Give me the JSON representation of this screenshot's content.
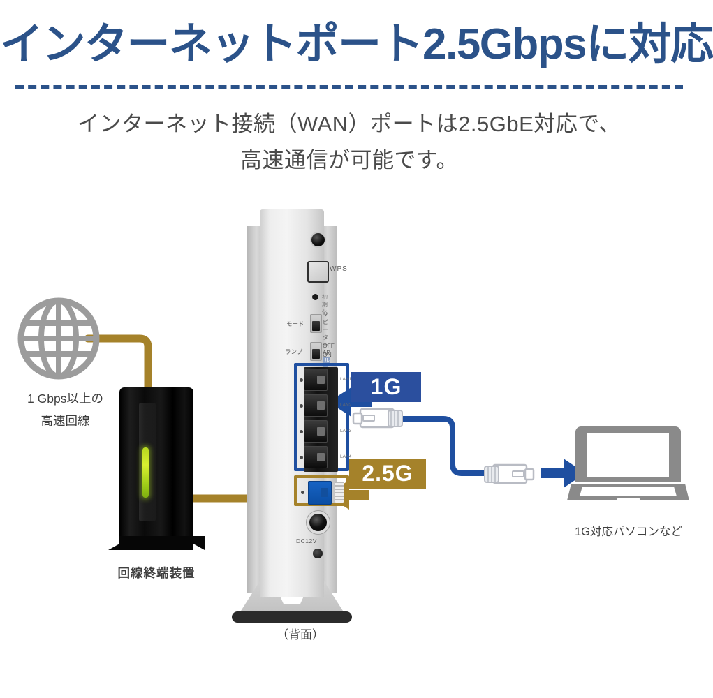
{
  "header": {
    "title": "インターネットポート2.5Gbpsに対応",
    "subtitle_line1": "インターネット接続（WAN）ポートは2.5GbE対応で、",
    "subtitle_line2": "高速通信が可能です。",
    "title_color": "#2B5289",
    "divider_color": "#2B5289"
  },
  "diagram": {
    "globe": {
      "icon": "globe-icon",
      "label_line1": "1 Gbps以上の",
      "label_line2": "高速回線"
    },
    "onu": {
      "label": "回線終端装置",
      "led_color": "#c4e024"
    },
    "router": {
      "caption": "（背面）",
      "wps_label": "WPS",
      "reset_label": "初期化",
      "mode_label": "モード",
      "mode_options": [
        "リピーター",
        "AP",
        "ルーター"
      ],
      "mode_selected": "ルーター",
      "lamp_label": "ランプ",
      "lamp_options": [
        "OFF",
        "ON"
      ],
      "dc_label": "DC12V",
      "lan_ports": [
        {
          "tag": "LAN1"
        },
        {
          "tag": "LAN2"
        },
        {
          "tag": "LAN3"
        },
        {
          "tag": "LAN4"
        }
      ],
      "lan_group_color": "#1F4FA0",
      "wan_group_color": "#A5822A",
      "wan_port_color": "#0b4ea3"
    },
    "badges": [
      {
        "name": "badge-1g",
        "text": "1G",
        "color": "#2B4F9E"
      },
      {
        "name": "badge-2-5g",
        "text": "2.5G",
        "color": "#A5822A"
      }
    ],
    "laptop": {
      "icon": "laptop-icon",
      "label": "1G対応パソコンなど"
    },
    "cables": [
      {
        "name": "wan-cable",
        "color": "#A5822A",
        "from": "globe",
        "to": "wan-port"
      },
      {
        "name": "lan-cable",
        "color": "#1F4FA0",
        "from": "lan-port",
        "to": "laptop"
      }
    ],
    "arrows": [
      {
        "name": "lan-arrow",
        "color": "#1F4FA0",
        "direction": "left"
      },
      {
        "name": "wan-arrow",
        "color": "#A5822A",
        "direction": "left"
      },
      {
        "name": "laptop-arrow",
        "color": "#1F4FA0",
        "direction": "right"
      }
    ]
  }
}
